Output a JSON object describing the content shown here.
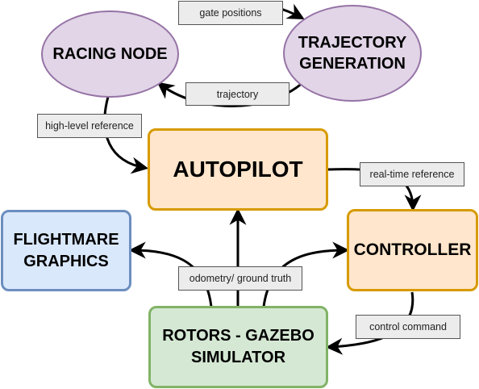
{
  "nodes": {
    "racing_node": "RACING NODE",
    "trajectory_generation": "TRAJECTORY GENERATION",
    "autopilot": "AUTOPILOT",
    "flightmare_graphics": "FLIGHTMARE GRAPHICS",
    "controller": "CONTROLLER",
    "rotors_gazebo": "ROTORS - GAZEBO SIMULATOR"
  },
  "edge_labels": {
    "gate_positions": "gate positions",
    "trajectory": "trajectory",
    "high_level_reference": "high-level reference",
    "real_time_reference": "real-time reference",
    "odometry_ground_truth": "odometry/ ground truth",
    "control_command": "control command"
  },
  "colors": {
    "purple_fill": "#e1d5e7",
    "purple_stroke": "#9673a6",
    "orange_fill": "#ffe6cc",
    "orange_stroke": "#d79b00",
    "blue_fill": "#dae8fc",
    "blue_stroke": "#6c8ebf",
    "green_fill": "#d5e8d4",
    "green_stroke": "#82b366",
    "edge": "#000000"
  }
}
